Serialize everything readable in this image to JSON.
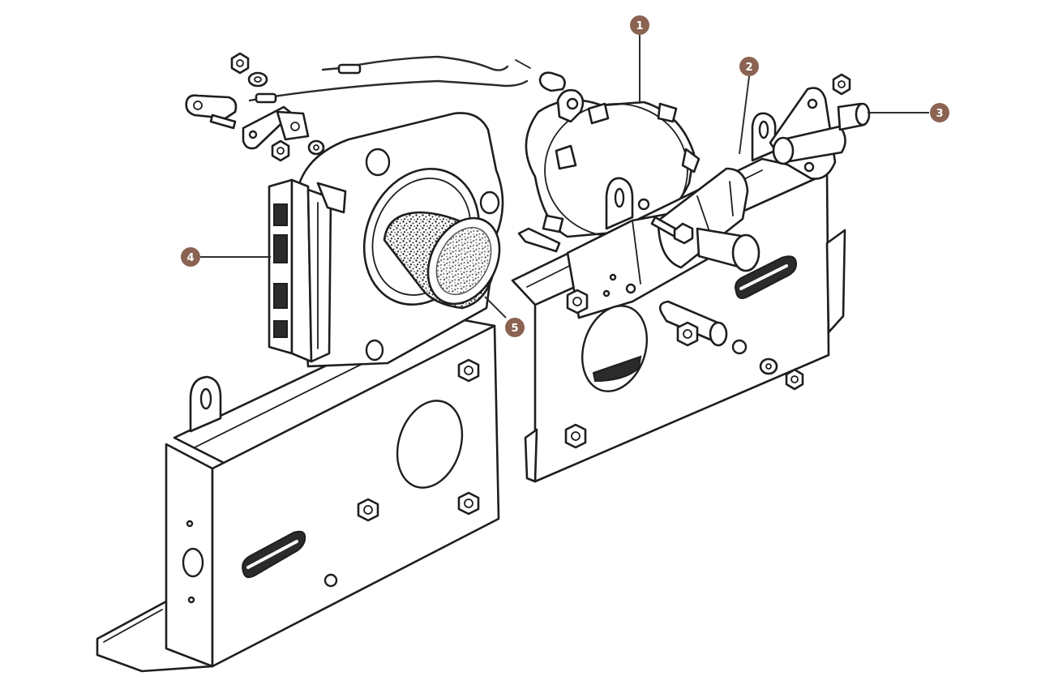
{
  "diagram": {
    "callout_color": "#8b6352",
    "callout_text_color": "#ffffff",
    "line_color": "#1e1e1e",
    "background": "#ffffff",
    "callouts": [
      {
        "label": "1"
      },
      {
        "label": "2"
      },
      {
        "label": "3"
      },
      {
        "label": "4"
      },
      {
        "label": "5"
      }
    ]
  }
}
